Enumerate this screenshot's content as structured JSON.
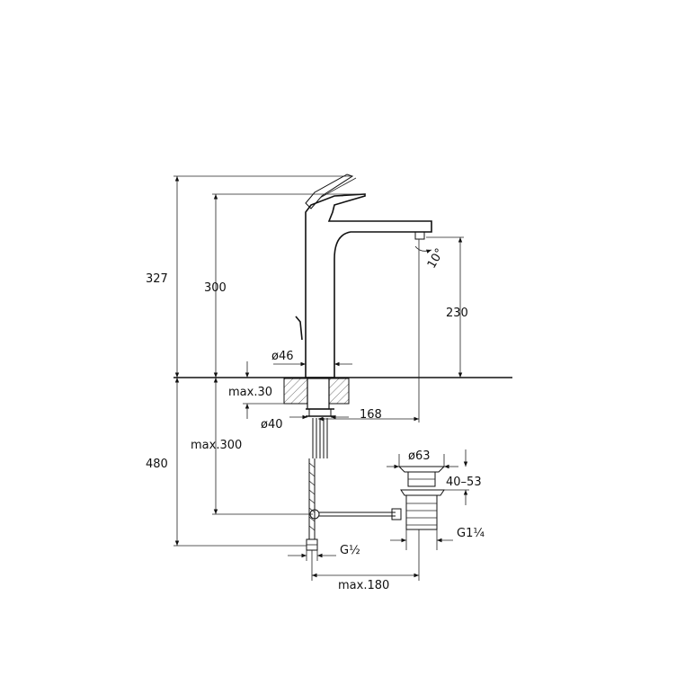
{
  "labels": {
    "total_height": "327",
    "lever_height": "300",
    "spout_height": "230",
    "body_diameter": "ø46",
    "max_counter": "max.30",
    "shank_diameter": "ø40",
    "projection": "168",
    "max_hose": "max.300",
    "below_length": "480",
    "waste_diameter": "ø63",
    "waste_range": "40–53",
    "waste_thread": "G1¼",
    "hose_thread": "G½",
    "max_trap": "max.180",
    "spout_angle": "10°"
  }
}
